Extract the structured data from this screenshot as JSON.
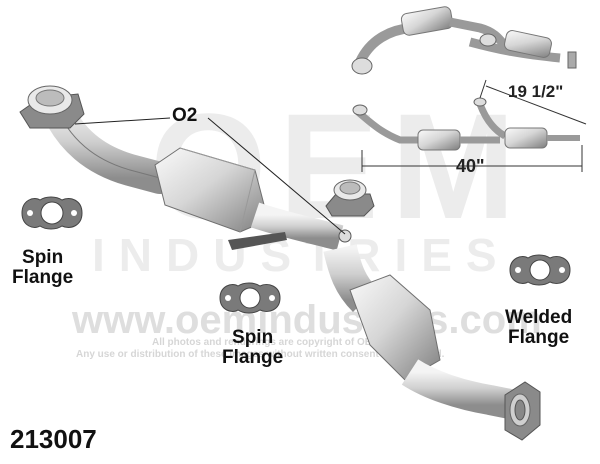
{
  "part_number": "213007",
  "labels": {
    "o2": "O2",
    "spin_flange_left": [
      "Spin",
      "Flange"
    ],
    "spin_flange_center": [
      "Spin",
      "Flange"
    ],
    "welded_flange": [
      "Welded",
      "Flange"
    ]
  },
  "dimensions": {
    "length_overall": "40\"",
    "length_branch": "19 1/2\""
  },
  "watermark": {
    "logo": "OEM",
    "logo_sub": "INDUSTRIES",
    "url": "www.oemindustries.com",
    "copyright_line1": "All photos and renderings are copyright of OEM Industries.",
    "copyright_line2": "Any use or distribution of these images without written consent is prohibited."
  },
  "colors": {
    "pipe_light": "#eeeeee",
    "pipe_mid": "#c8c8c8",
    "pipe_dark": "#8a8a8a",
    "gasket": "#7a7a7a",
    "text": "#111111"
  }
}
